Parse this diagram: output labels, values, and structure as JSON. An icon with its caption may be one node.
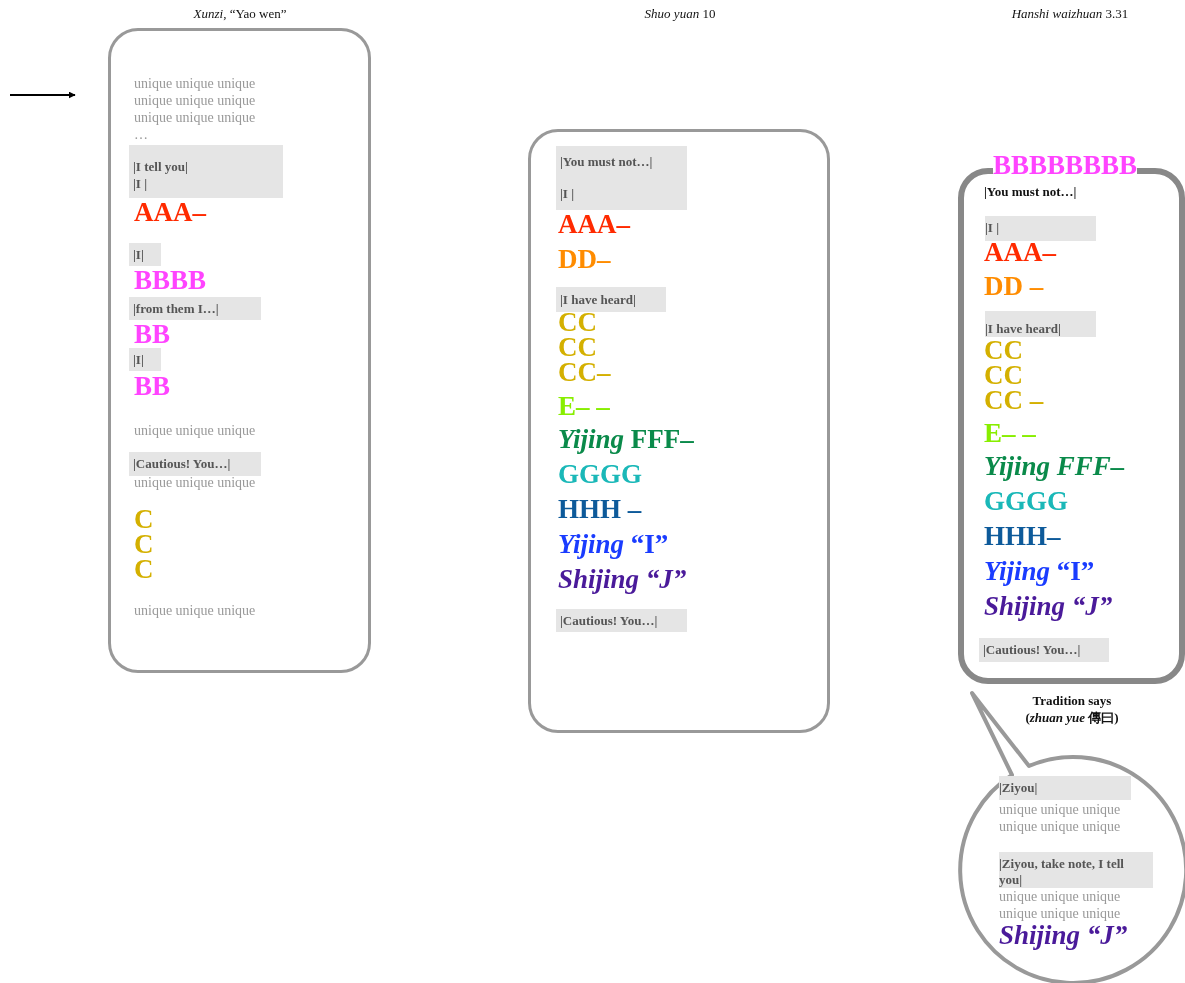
{
  "diagram": {
    "nodes": [
      {
        "text": [
          "unique unique unique unique unique unique unique unique unique …",
          "AAA–",
          "BBBB",
          "BB",
          "BB",
          "unique unique unique",
          "unique unique unique",
          "C",
          "C",
          "C",
          "unique unique unique"
        ]
      },
      {
        "text": [
          "|I tell you|",
          "|I |"
        ],
        "in": 0
      },
      {
        "text": [
          "|I|"
        ],
        "in": 0
      },
      {
        "text": [
          "|from them I…|"
        ],
        "in": 0
      },
      {
        "text": [
          "|I|"
        ],
        "in": 0
      },
      {
        "text": [
          "|Cautious! You…|"
        ],
        "in": 0
      },
      {
        "text": [
          "AAA–",
          "DD–",
          "CC",
          "CC",
          "CC–",
          "E– –",
          "*Yijing* FFF–",
          "GGGG",
          "HHH –",
          "*Yijing*  “I”",
          "Shijing “J”"
        ]
      },
      {
        "text": [
          "|You must not…|",
          "|I |"
        ],
        "in": 6
      },
      {
        "text": [
          "|I have heard|"
        ],
        "in": 6
      },
      {
        "text": [
          "|Cautious! You…|"
        ],
        "in": 6
      },
      {
        "text": [
          "BBBBBBBB",
          "|You must not…|",
          "AAA–",
          "DD –",
          "CC",
          "CC",
          "CC –",
          "E– –",
          "*Yijing FFF*–",
          "GGGG",
          "HHH–",
          "*Yijing*  “I”",
          "Shijing “J”"
        ]
      },
      {
        "text": [
          "|I |"
        ],
        "in": 10
      },
      {
        "text": [
          "|I have heard|"
        ],
        "in": 10
      },
      {
        "text": [
          "|Cautious! You…|"
        ],
        "in": 10
      },
      {
        "text": [
          "unique unique unique unique unique unique",
          "unique unique unique unique unique unique",
          "Shijing “J”"
        ],
        "beside": [
          "Tradition says (*zhuan yue* 傳曰)"
        ]
      },
      {
        "text": [
          "|Ziyou|"
        ],
        "in": 14
      },
      {
        "text": [
          "|Ziyou, take note, I tell you|"
        ],
        "in": 14
      }
    ],
    "labels": [
      "*Xunzi*, “Yao wen”",
      "*Shuo yuan* 10",
      "*Hanshi waizhuan* 3.31"
    ]
  }
}
